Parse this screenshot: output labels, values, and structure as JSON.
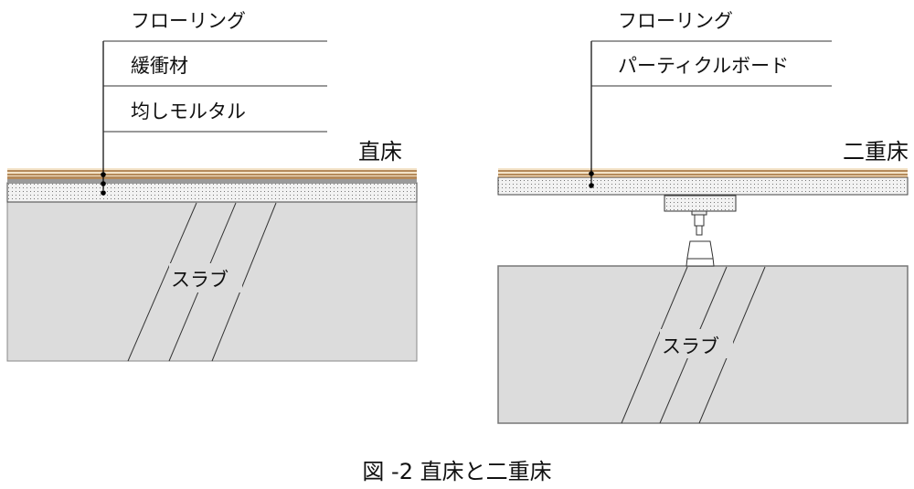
{
  "direct_floor": {
    "title": "直床",
    "layers": [
      "フローリング",
      "緩衝材",
      "均しモルタル"
    ],
    "slab_label": "スラブ"
  },
  "raised_floor": {
    "title": "二重床",
    "layers": [
      "フローリング",
      "パーティクルボード"
    ],
    "slab_label": "スラブ"
  },
  "caption": "図 -2 直床と二重床",
  "colors": {
    "wood": "#c8a070",
    "wood_light": "#f3e3c8",
    "slab": "#dcdcdc",
    "dots": "#e8e8e8"
  }
}
